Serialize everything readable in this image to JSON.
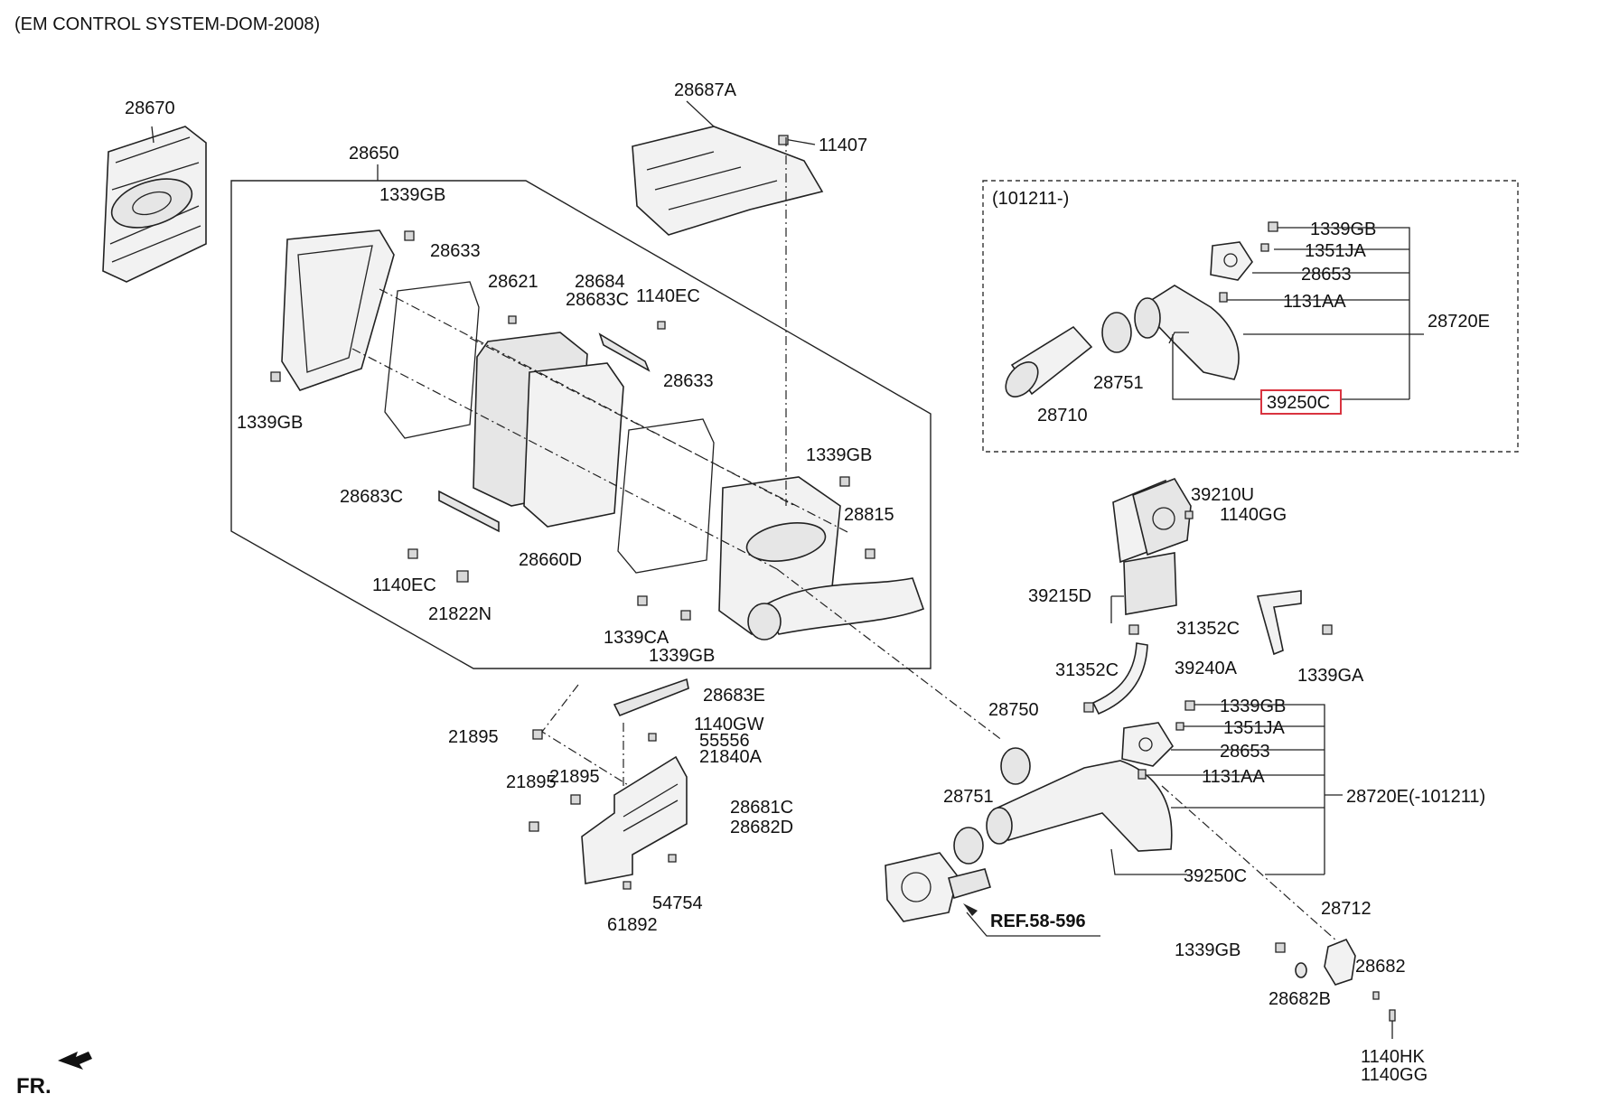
{
  "title": "(EM CONTROL SYSTEM-DOM-2008)",
  "inset_label": "(101211-)",
  "reference": "REF.58-596",
  "orientation": "FR.",
  "highlight_color": "#d9333f",
  "labels": {
    "p28670": "28670",
    "p28687A": "28687A",
    "p11407": "11407",
    "p28650": "28650",
    "p1339GB_a": "1339GB",
    "p28633_a": "28633",
    "p28621": "28621",
    "p28684": "28684",
    "p28683C_a": "28683C",
    "p1140EC_a": "1140EC",
    "p1339GB_b": "1339GB",
    "p28633_b": "28633",
    "p1339GB_c": "1339GB",
    "p28683C_b": "28683C",
    "p28815": "28815",
    "p28660D": "28660D",
    "p1140EC_b": "1140EC",
    "p21822N": "21822N",
    "p1339CA": "1339CA",
    "p1339GB_d": "1339GB",
    "p28683E": "28683E",
    "p21895_a": "21895",
    "p1140GW": "1140GW",
    "p55556": "55556",
    "p21840A": "21840A",
    "p21895_b": "21895",
    "p21895_c": "21895",
    "p28681C": "28681C",
    "p28682D": "28682D",
    "p54754": "54754",
    "p61892": "61892",
    "i1339GB": "1339GB",
    "i1351JA": "1351JA",
    "i28653": "28653",
    "i1131AA": "1131AA",
    "i28720E": "28720E",
    "i28751": "28751",
    "i28710": "28710",
    "i39250C": "39250C",
    "p39210U": "39210U",
    "p1140GG_a": "1140GG",
    "p39215D": "39215D",
    "p31352C_a": "31352C",
    "p31352C_b": "31352C",
    "p39240A": "39240A",
    "p1339GA": "1339GA",
    "p28750": "28750",
    "p1339GB_e": "1339GB",
    "p1351JA": "1351JA",
    "p28653": "28653",
    "p1131AA": "1131AA",
    "p28720E_old": "28720E(-101211)",
    "p28751": "28751",
    "p39250C": "39250C",
    "p28712": "28712",
    "p1339GB_f": "1339GB",
    "p28682": "28682",
    "p28682B": "28682B",
    "p1140HK": "1140HK",
    "p1140GG_b": "1140GG"
  }
}
